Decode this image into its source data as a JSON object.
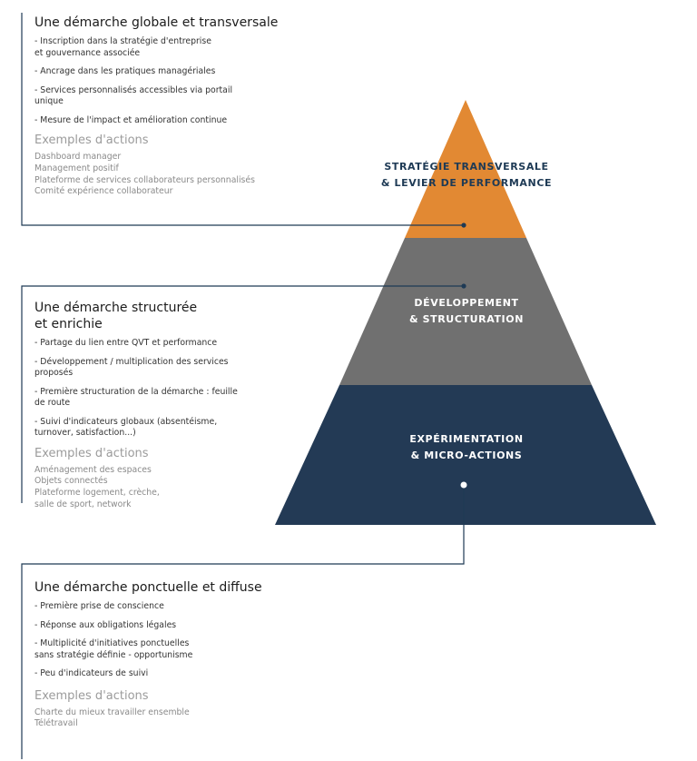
{
  "colors": {
    "tier_top": "#e28933",
    "tier_middle": "#707070",
    "tier_bottom": "#233a55",
    "connector": "#1e3a55"
  },
  "pyramid": {
    "tiers": [
      {
        "label": "STRATÉGIE TRANSVERSALE\n& LEVIER DE PERFORMANCE"
      },
      {
        "label": "DÉVELOPPEMENT\n& STRUCTURATION"
      },
      {
        "label": "EXPÉRIMENTATION\n& MICRO-ACTIONS"
      }
    ]
  },
  "blocks": [
    {
      "title": "Une démarche globale et transversale",
      "bullets": [
        "- Inscription dans la stratégie d'entreprise\n  et gouvernance associée",
        "- Ancrage dans les pratiques managériales",
        "- Services personnalisés accessibles via portail\n  unique",
        "- Mesure de l'impact et amélioration continue"
      ],
      "examples_title": "Exemples d'actions",
      "examples": [
        "Dashboard manager",
        "Management positif",
        "Plateforme de services collaborateurs personnalisés",
        "Comité expérience collaborateur"
      ]
    },
    {
      "title": "Une démarche structurée\net enrichie",
      "bullets": [
        "- Partage du lien entre QVT et performance",
        "- Développement / multiplication des services\n  proposés",
        "- Première structuration de la démarche : feuille\n  de route",
        "- Suivi d'indicateurs globaux (absentéisme,\nturnover, satisfaction...)"
      ],
      "examples_title": "Exemples d'actions",
      "examples": [
        "Aménagement des espaces",
        "Objets connectés",
        "Plateforme logement, crèche,",
        "salle de sport, network"
      ]
    },
    {
      "title": "Une démarche ponctuelle et diffuse",
      "bullets": [
        "- Première prise de conscience",
        "- Réponse aux obligations légales",
        "- Multiplicité d'initiatives ponctuelles\n  sans stratégie définie - opportunisme",
        "- Peu d'indicateurs de suivi"
      ],
      "examples_title": "Exemples d'actions",
      "examples": [
        "Charte du mieux travailler ensemble",
        "Télétravail"
      ]
    }
  ]
}
